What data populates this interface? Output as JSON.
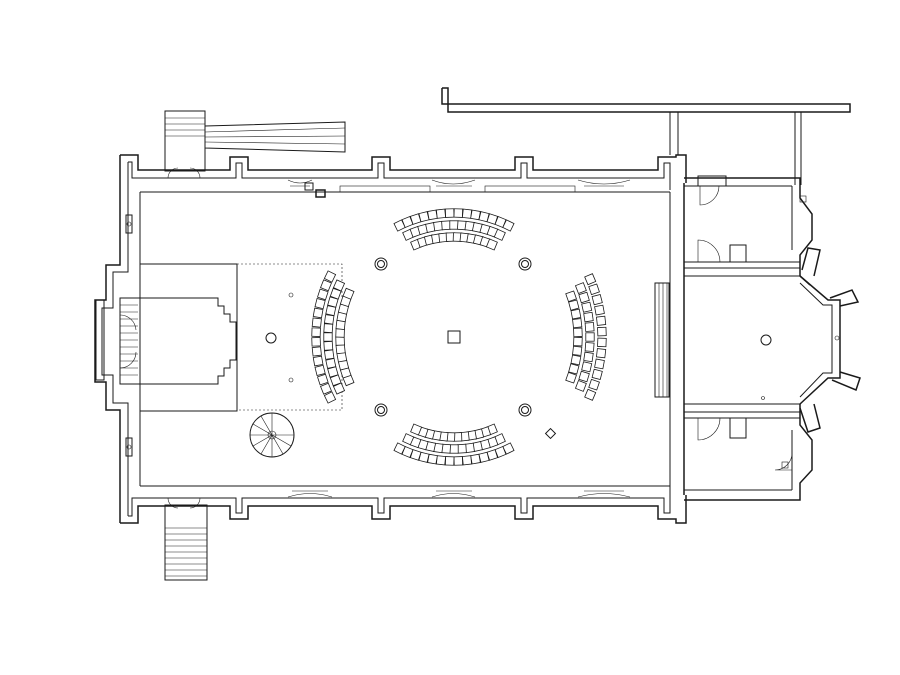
{
  "drawing": {
    "type": "architectural floor plan",
    "line_color": "#1a1a1a",
    "background": "#ffffff"
  },
  "seating": {
    "north_rows": [
      14,
      13,
      12
    ],
    "south_rows": [
      14,
      13,
      12
    ],
    "west_rows": [
      14,
      13,
      12
    ],
    "east_rows": [
      12,
      11,
      10
    ]
  },
  "watermark": {
    "line1": "",
    "line2": ""
  }
}
